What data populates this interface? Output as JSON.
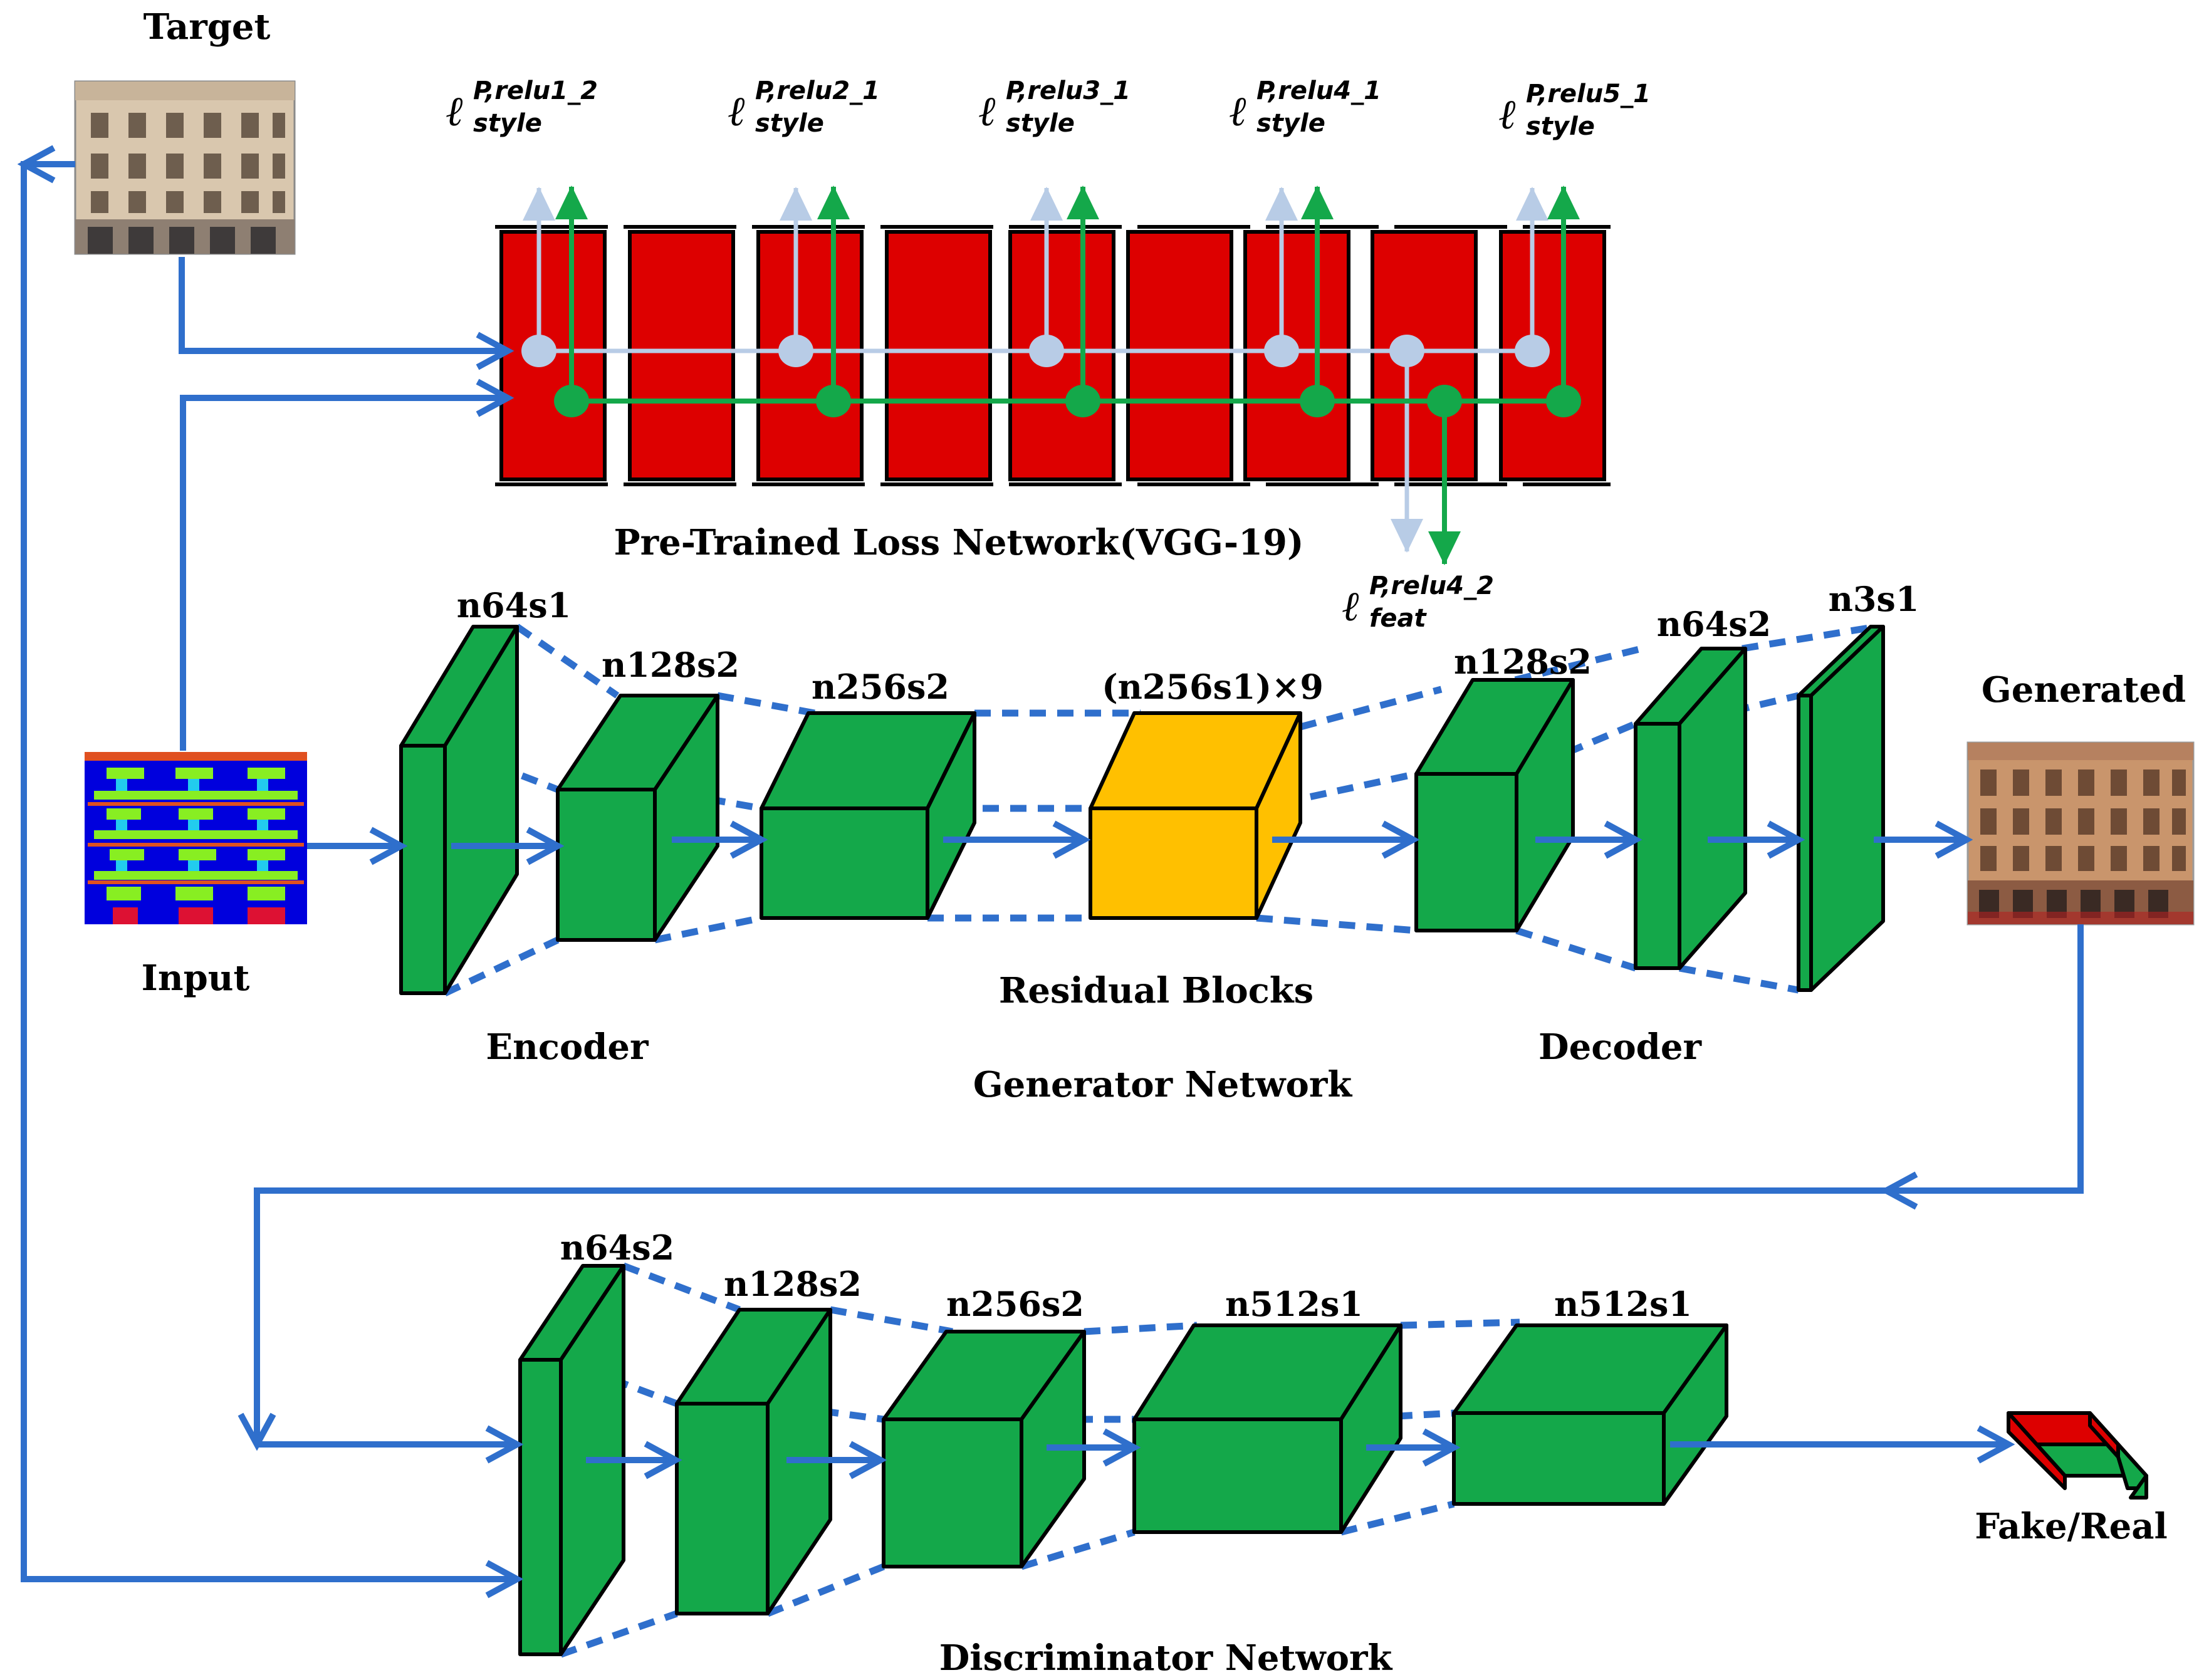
{
  "labels": {
    "target": "Target",
    "input": "Input",
    "generated": "Generated",
    "fake_real": "Fake/Real",
    "loss_network": "Pre-Trained Loss Network(VGG-19)",
    "encoder": "Encoder",
    "residual_blocks": "Residual Blocks",
    "decoder": "Decoder",
    "generator_network": "Generator Network",
    "discriminator_network": "Discriminator Network"
  },
  "style_losses": [
    {
      "symbol": "ℓ",
      "sup": "P,relu1_2",
      "sub": "style"
    },
    {
      "symbol": "ℓ",
      "sup": "P,relu2_1",
      "sub": "style"
    },
    {
      "symbol": "ℓ",
      "sup": "P,relu3_1",
      "sub": "style"
    },
    {
      "symbol": "ℓ",
      "sup": "P,relu4_1",
      "sub": "style"
    },
    {
      "symbol": "ℓ",
      "sup": "P,relu5_1",
      "sub": "style"
    }
  ],
  "feature_loss": {
    "symbol": "ℓ",
    "sup": "P,relu4_2",
    "sub": "feat"
  },
  "generator_layers": [
    "n64s1",
    "n128s2",
    "n256s2",
    "(n256s1)×9",
    "n128s2",
    "n64s2",
    "n3s1"
  ],
  "discriminator_layers": [
    "n64s2",
    "n128s2",
    "n256s2",
    "n512s1",
    "n512s1"
  ],
  "colors": {
    "arrow_blue": "#2F6FCC",
    "vgg_red": "#DD0000",
    "layer_green": "#14A84A",
    "residual_yellow": "#FFC000",
    "style_tap_light_blue": "#B8CCE6",
    "feature_tap_green": "#14A84A",
    "outline": "#000000"
  },
  "icons": [
    "target-facade-image",
    "input-label-map-image",
    "generated-facade-image",
    "fake-real-output-block"
  ]
}
